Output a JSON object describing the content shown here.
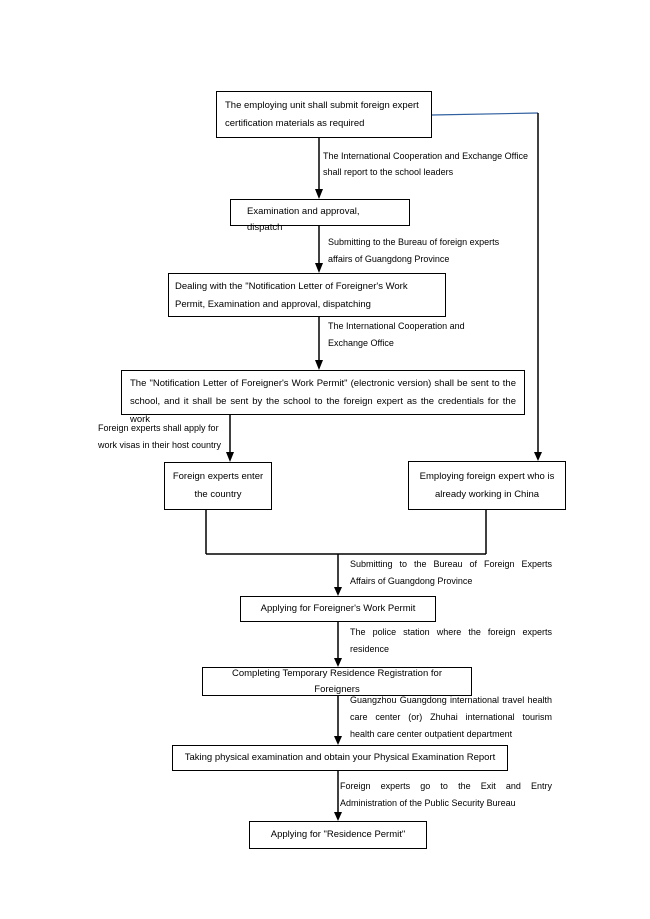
{
  "flowchart": {
    "steps": {
      "submit": "The employing unit shall submit foreign expert certification materials as required",
      "approval_dispatch": "Examination and approval, dispatch",
      "notification_dealing": "Dealing with the \"Notification Letter of Foreigner's Work Permit, Examination and approval, dispatching",
      "notification_sent": "The \"Notification Letter of Foreigner's Work Permit\" (electronic version) shall be sent to the school, and it shall be sent by the school to the foreign expert as the credentials for the work",
      "enter_country": "Foreign experts enter the country",
      "already_in_china": "Employing foreign expert who is already working in China",
      "apply_work_permit": "Applying for Foreigner's Work Permit",
      "temp_residence": "Completing Temporary Residence Registration for Foreigners",
      "physical_exam": "Taking physical examination and obtain your Physical Examination Report",
      "residence_permit": "Applying for \"Residence Permit\""
    },
    "notes": {
      "report_leaders": "The International Cooperation and Exchange Office shall report to the school leaders",
      "submit_bureau": "Submitting to the Bureau of foreign experts affairs of Guangdong Province",
      "intl_office": "The International Cooperation and Exchange Office",
      "apply_visas": "Foreign experts shall apply for work visas in their host country",
      "submit_bureau_2": "Submitting to the Bureau of Foreign Experts Affairs of Guangdong Province",
      "police_station": "The police station where the foreign experts residence",
      "health_center": "Guangzhou Guangdong international travel health care center (or) Zhuhai international tourism health care center outpatient department",
      "exit_entry": "Foreign experts go to the Exit and Entry Administration of the Public Security Bureau"
    },
    "colors": {
      "line": "#000000",
      "blue_connector": "#2e5f9e"
    }
  }
}
